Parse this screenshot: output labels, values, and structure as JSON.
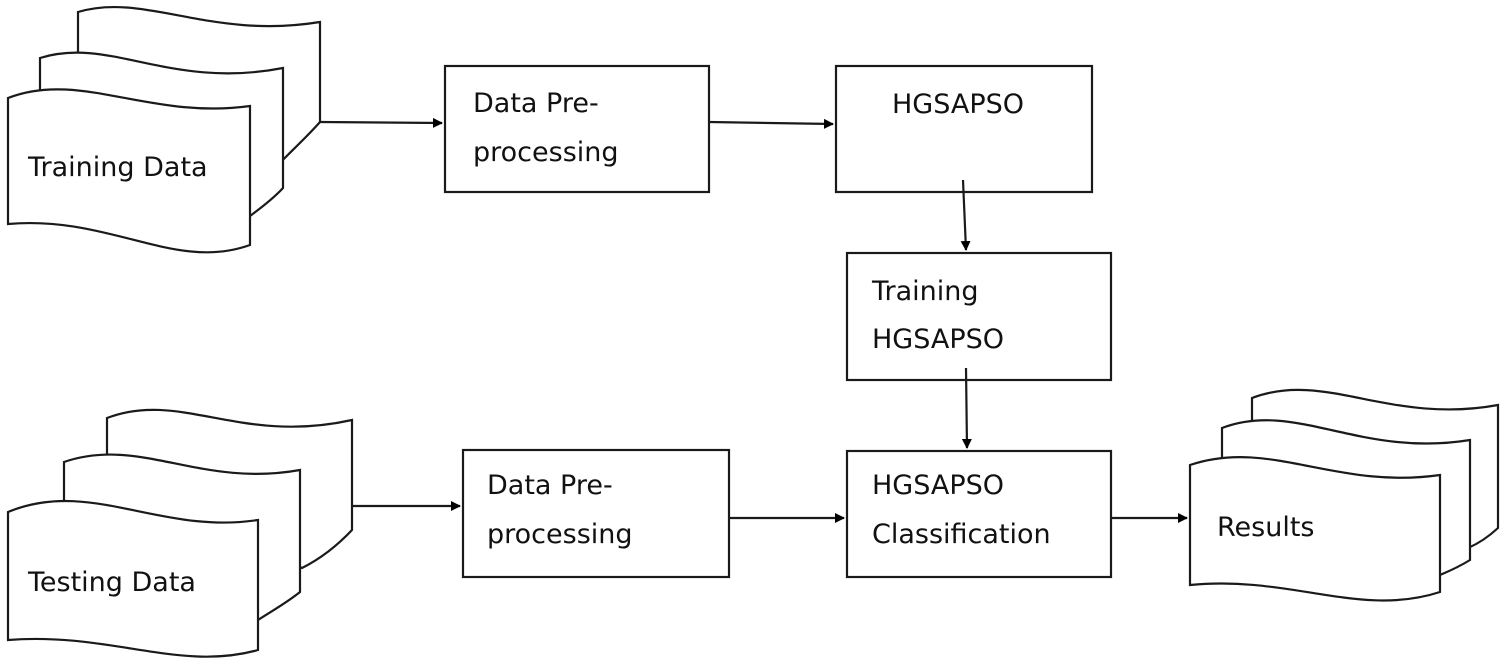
{
  "documents": {
    "training_data": "Training Data",
    "testing_data": "Testing Data",
    "results": "Results"
  },
  "boxes": {
    "train_preprocessing": {
      "line1": "Data Pre-",
      "line2": "processing"
    },
    "hgsapso": {
      "line1": "HGSAPSO"
    },
    "training_hgsapso": {
      "line1": "Training",
      "line2": "HGSAPSO"
    },
    "test_preprocessing": {
      "line1": "Data Pre-",
      "line2": "processing"
    },
    "hgsapso_classification": {
      "line1": "HGSAPSO",
      "line2": "Classification"
    }
  },
  "colors": {
    "stroke": "#1a1a1a",
    "fill": "#ffffff",
    "text": "#111111"
  }
}
